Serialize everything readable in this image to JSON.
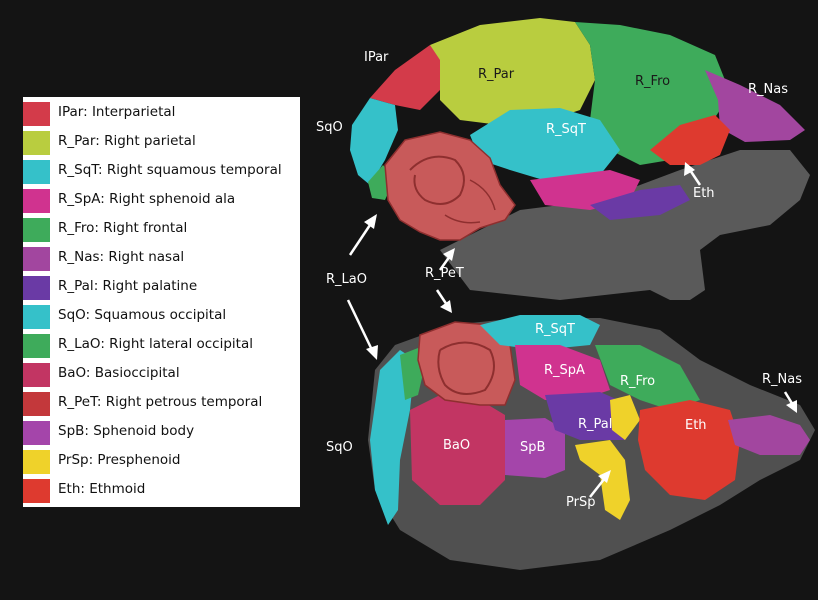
{
  "legend": [
    {
      "label": "IPar: Interparietal",
      "color": "#d33b4a"
    },
    {
      "label": "R_Par: Right parietal",
      "color": "#b9cd3f"
    },
    {
      "label": "R_SqT: Right squamous temporal",
      "color": "#35c1c9"
    },
    {
      "label": "R_SpA: Right sphenoid ala",
      "color": "#d0338f"
    },
    {
      "label": "R_Fro: Right frontal",
      "color": "#3eab5b"
    },
    {
      "label": "R_Nas: Right nasal",
      "color": "#a2469f"
    },
    {
      "label": "R_Pal: Right palatine",
      "color": "#6a3aa5"
    },
    {
      "label": "SqO: Squamous occipital",
      "color": "#35c1c9"
    },
    {
      "label": "R_LaO: Right lateral occipital",
      "color": "#3eab5b"
    },
    {
      "label": "BaO: Basioccipital",
      "color": "#c23563"
    },
    {
      "label": "R_PeT: Right petrous temporal",
      "color": "#c3383b"
    },
    {
      "label": "SpB: Sphenoid body",
      "color": "#a445aa"
    },
    {
      "label": "PrSp: Presphenoid",
      "color": "#efd22a"
    },
    {
      "label": "Eth: Ethmoid",
      "color": "#de3a2f"
    }
  ],
  "annotations": {
    "ipar": "IPar",
    "r_par": "R_Par",
    "r_fro": "R_Fro",
    "r_nas_top": "R_Nas",
    "sqo_top": "SqO",
    "r_sqt_top": "R_SqT",
    "eth_top": "Eth",
    "r_lao": "R_LaO",
    "r_pet": "R_PeT",
    "r_sqt_bottom": "R_SqT",
    "r_spa": "R_SpA",
    "r_fro_bottom": "R_Fro",
    "r_nas_bottom": "R_Nas",
    "sqo_bottom": "SqO",
    "bao": "BaO",
    "spb": "SpB",
    "r_pal": "R_Pal",
    "eth_bottom": "Eth",
    "prsp": "PrSp"
  }
}
